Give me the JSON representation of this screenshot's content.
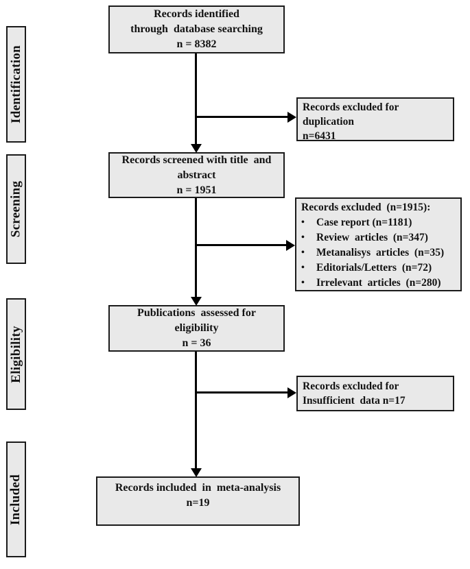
{
  "stages": [
    {
      "label": "Identification"
    },
    {
      "label": "Screening"
    },
    {
      "label": "Eligibility"
    },
    {
      "label": "Included"
    }
  ],
  "boxes": {
    "identified": {
      "lines": [
        "Records identified",
        "through  database searching",
        "n = 8382"
      ]
    },
    "screened": {
      "lines": [
        "Records screened with title  and",
        "abstract",
        "n = 1951"
      ]
    },
    "assessed": {
      "lines": [
        "Publications  assessed for",
        "eligibility",
        "n = 36"
      ]
    },
    "included": {
      "lines": [
        "Records included  in  meta-analysis",
        "n=19"
      ]
    }
  },
  "exclusions": {
    "duplication": {
      "lines": [
        "Records excluded for",
        "duplication",
        "n=6431"
      ]
    },
    "title_abstract": {
      "header": "Records excluded  (n=1915):",
      "bullet": "•",
      "items": [
        "Case report (n=1181)",
        "Review  articles  (n=347)",
        "Metanalisys  articles  (n=35)",
        "Editorials/Letters  (n=72)",
        "Irrelevant  articles  (n=280)"
      ]
    },
    "insufficient": {
      "lines": [
        "Records excluded for",
        "Insufficient  data n=17"
      ]
    }
  },
  "colors": {
    "background": "#ffffff",
    "box_fill": "#e9e9e9",
    "box_border": "#1a1a1a",
    "arrow": "#000000"
  }
}
